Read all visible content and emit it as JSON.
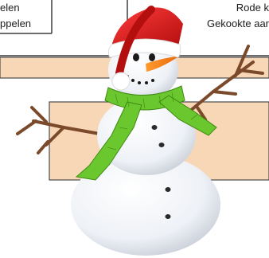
{
  "menu": {
    "left_top": "elen",
    "left_bottom": "ppelen",
    "right_top": "Rode k",
    "right_bottom": "Gekookte aar"
  },
  "colors": {
    "panel_fill": "#f8d7b7",
    "panel_border": "#4a4a4a",
    "scarf_green": "#6bc72e",
    "hat_red": "#d81f1f"
  },
  "illustration": {
    "subject": "snowman-with-santa-hat-and-green-scarf"
  }
}
